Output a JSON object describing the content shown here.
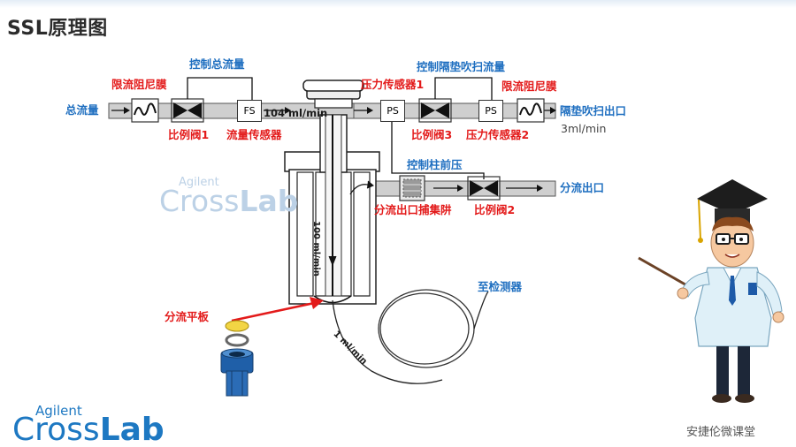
{
  "title": "SSL原理图",
  "labels": {
    "total_flow": "总流量",
    "control_total_flow": "控制总流量",
    "restrictor_left": "限流阻尼膜",
    "prop_valve_1": "比例阀1",
    "flow_sensor": "流量传感器",
    "flow_rate_104": "104 ml/min",
    "control_septum_purge": "控制隔垫吹扫流量",
    "pressure_sensor_1": "压力传感器1",
    "restrictor_right": "限流阻尼膜",
    "septum_purge_outlet": "隔垫吹扫出口",
    "septum_purge_rate": "3ml/min",
    "prop_valve_3": "比例阀3",
    "pressure_sensor_2": "压力传感器2",
    "control_head_pressure": "控制柱前压",
    "split_outlet": "分流出口",
    "split_trap": "分流出口捕集阱",
    "prop_valve_2": "比例阀2",
    "liner_flow": "100 ml/min",
    "to_detector": "至检测器",
    "column_flow": "1 ml/min",
    "split_plate": "分流平板"
  },
  "device_boxes": {
    "fs": "FS",
    "ps1": "PS",
    "ps2": "PS"
  },
  "watermark": {
    "line1": "Agilent",
    "cross": "Cross",
    "lab": "Lab"
  },
  "logo": {
    "line1": "Agilent",
    "cross": "Cross",
    "lab": "Lab"
  },
  "brand_text": "安捷伦微课堂",
  "colors": {
    "label_red": "#e31a1a",
    "label_blue": "#1f6fc0",
    "logo_blue": "#1d78c2",
    "watermark": "#bcd1e6",
    "arrow_red": "#e31a1a"
  }
}
